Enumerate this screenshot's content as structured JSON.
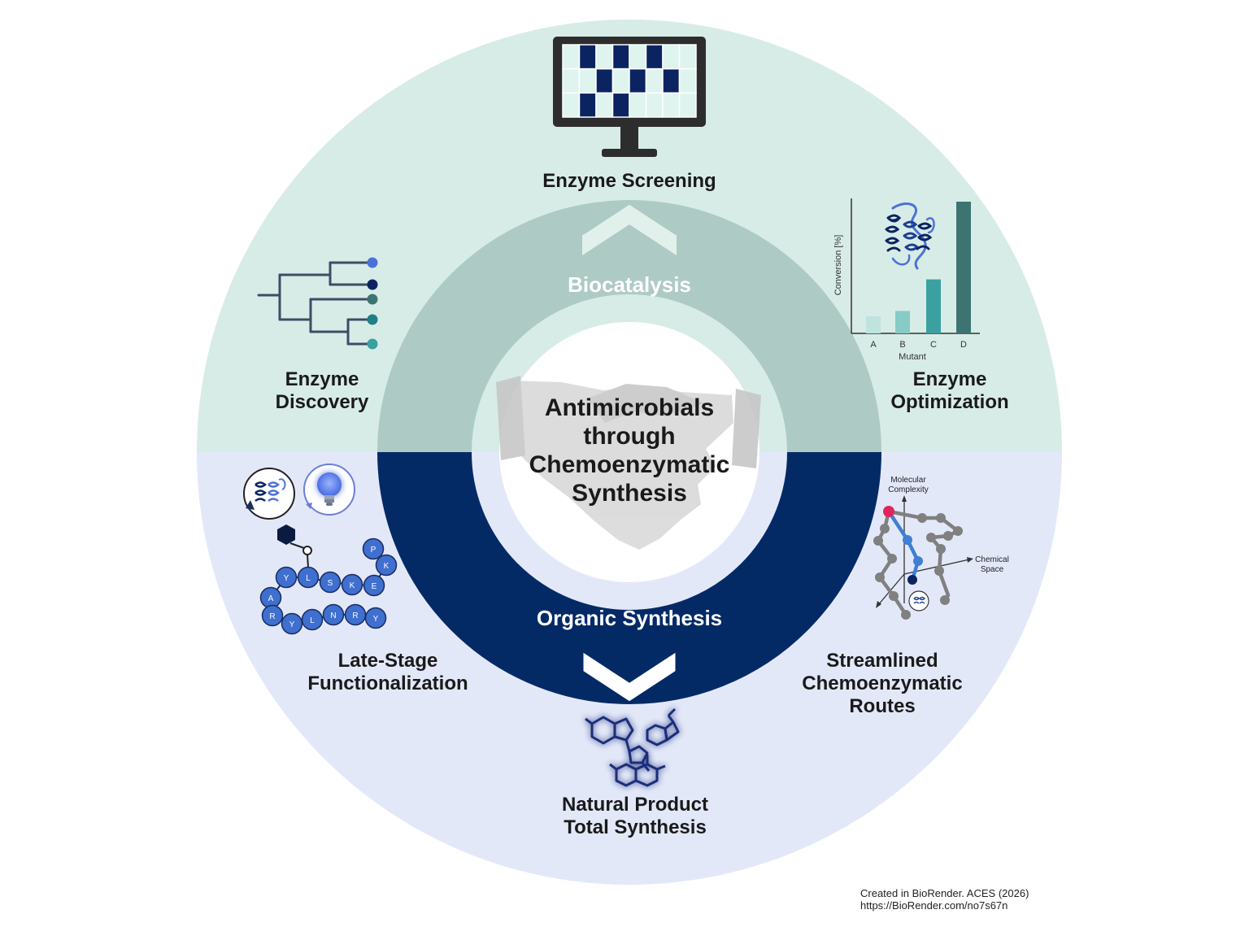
{
  "center": {
    "lines": [
      "Antimicrobials",
      "through",
      "Chemoenzymatic",
      "Synthesis"
    ]
  },
  "ring": {
    "top": "Biocatalysis",
    "bottom": "Organic Synthesis"
  },
  "labels": {
    "screening": "Enzyme Screening",
    "discovery": [
      "Enzyme",
      "Discovery"
    ],
    "optimization": [
      "Enzyme",
      "Optimization"
    ],
    "late_stage": [
      "Late-Stage",
      "Functionalization"
    ],
    "streamlined": [
      "Streamlined",
      "Chemoenzymatic",
      "Routes"
    ],
    "natural_product": [
      "Natural Product",
      "Total Synthesis"
    ]
  },
  "optimization_chart": {
    "ylabel": "Conversion [%]",
    "xlabel": "Mutant",
    "categories": [
      "A",
      "B",
      "C",
      "D"
    ],
    "values": [
      13,
      17,
      41,
      100
    ],
    "colors": [
      "#bfe3df",
      "#86cbc6",
      "#3aa0a0",
      "#3d7472"
    ]
  },
  "complexity_axes": {
    "y": [
      "Molecular",
      "Complexity"
    ],
    "x": [
      "Chemical",
      "Space"
    ]
  },
  "peptide": {
    "residues": [
      "Y",
      "L",
      "S",
      "K",
      "E",
      "K",
      "P",
      "A",
      "R",
      "Y",
      "L",
      "N",
      "R",
      "Y"
    ]
  },
  "colors": {
    "upper_bg": "#d8ece7",
    "lower_bg": "#e3e8f9",
    "ring_top": "#aecac5",
    "ring_bottom": "#042a66",
    "navy": "#0b2461",
    "accent_pink": "#e0245e"
  },
  "credit": {
    "line1": "Created in BioRender. ACES (2026)",
    "line2": "https://BioRender.com/no7s67n"
  }
}
